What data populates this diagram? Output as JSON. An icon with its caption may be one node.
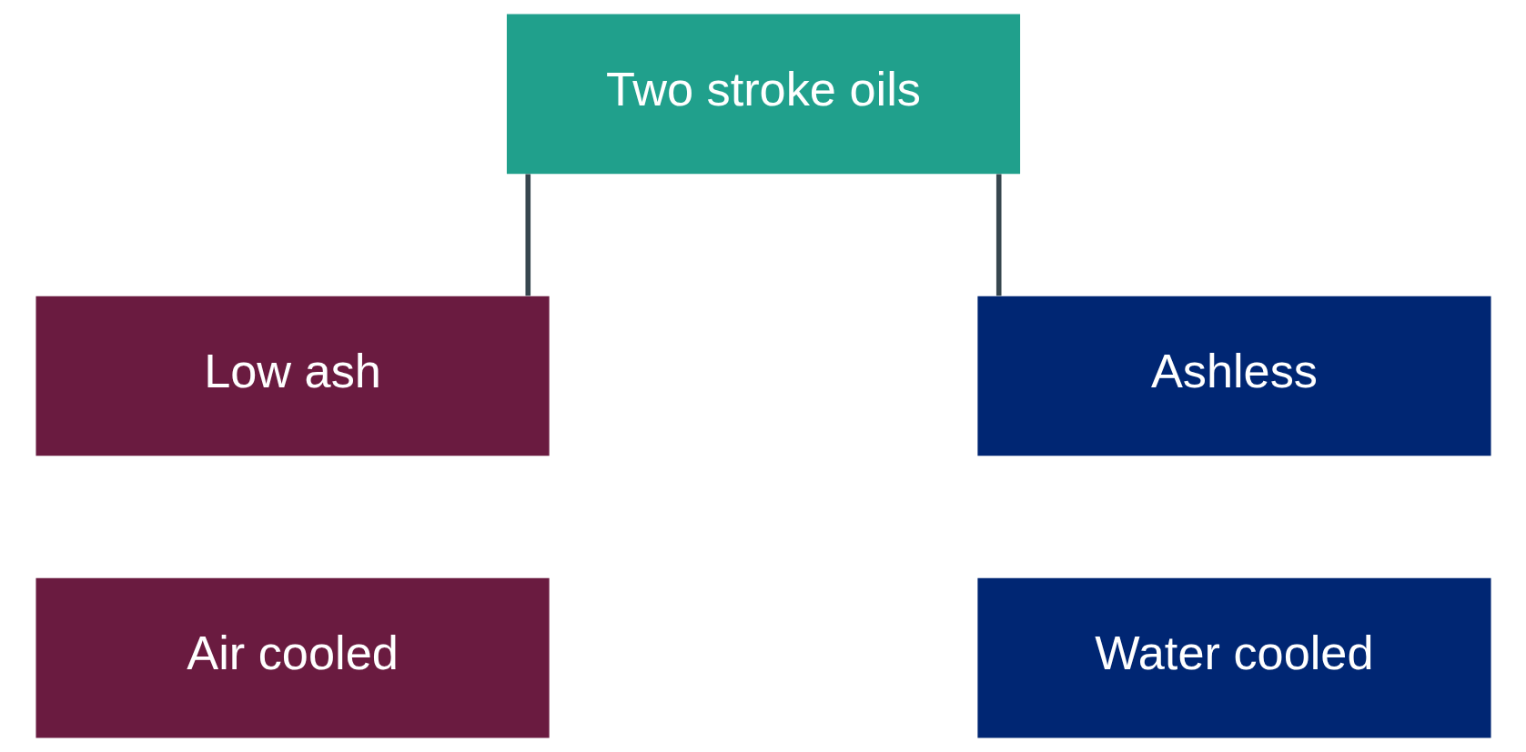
{
  "diagram": {
    "nodes": [
      {
        "text": [
          "Two stroke oils"
        ]
      },
      {
        "text": [
          "Low ash"
        ]
      },
      {
        "text": [
          "Ashless"
        ]
      },
      {
        "text": [
          "Air cooled"
        ]
      },
      {
        "text": [
          "Water cooled"
        ]
      }
    ],
    "edges": [
      {
        "from": 0,
        "to": 1,
        "arrow": "none"
      },
      {
        "from": 0,
        "to": 2,
        "arrow": "none"
      }
    ]
  }
}
